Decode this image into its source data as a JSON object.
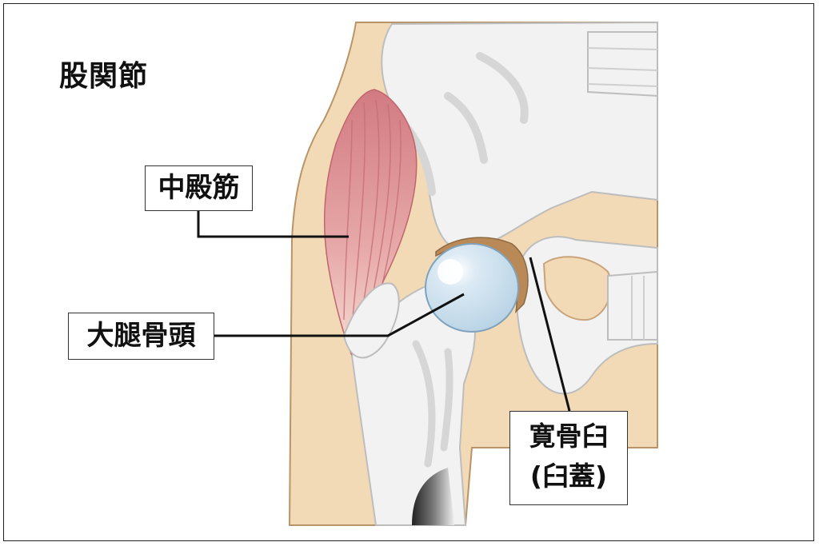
{
  "title": "股関節",
  "labels": {
    "gluteus_medius": "中殿筋",
    "femoral_head": "大腿骨頭",
    "acetabulum_line1": "寛骨臼",
    "acetabulum_line2": "(臼蓋)"
  },
  "colors": {
    "skin": "#F3DAB6",
    "skin_outline": "#C9A379",
    "bone": "#F2F2F2",
    "bone_shadow": "#D9D9D9",
    "muscle": "#D9868C",
    "femoral_head": "#BFD9EA",
    "acetabulum_rim": "#B98A58",
    "leader_line": "#111111"
  }
}
